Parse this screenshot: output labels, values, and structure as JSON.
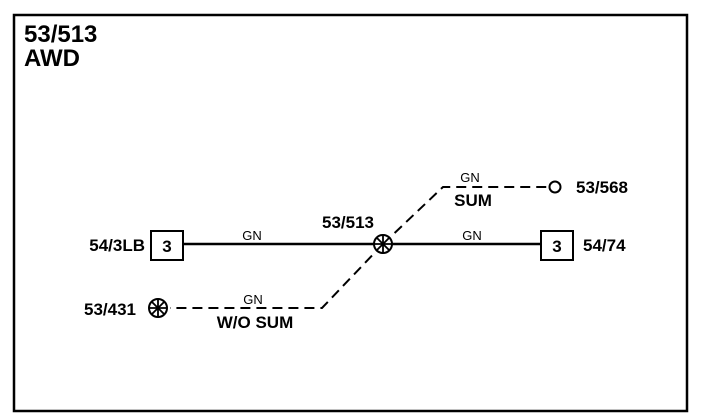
{
  "title": {
    "line1": "53/513",
    "line2": "AWD"
  },
  "connectors": {
    "left": {
      "label": "54/3LB",
      "pin": "3"
    },
    "right": {
      "label": "54/74",
      "pin": "3"
    }
  },
  "splice": {
    "label": "53/513"
  },
  "ground": {
    "label": "53/431"
  },
  "terminal_top": {
    "label": "53/568"
  },
  "wires": {
    "main_left": {
      "color": "GN"
    },
    "main_right": {
      "color": "GN"
    },
    "upper_branch": {
      "color": "GN",
      "option": "SUM"
    },
    "lower_branch": {
      "color": "GN",
      "option": "W/O SUM"
    }
  },
  "colors": {
    "line": "#000000",
    "background": "#ffffff"
  }
}
